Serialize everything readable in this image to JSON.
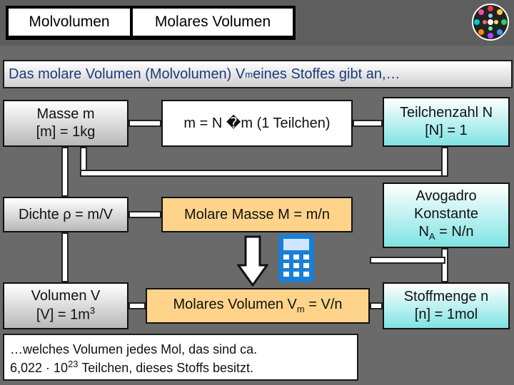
{
  "title": {
    "tab1": "Molvolumen",
    "tab2": "Molares Volumen"
  },
  "banner": {
    "text": "Das molare Volumen (Molvolumen) V",
    "sub": "m",
    "tail": " eines Stoffes gibt an,…"
  },
  "boxes": {
    "masse": {
      "line1": "Masse m",
      "line2": "[m] = 1kg"
    },
    "teilchen_masse": {
      "text": "m = N �m (1 Teilchen)"
    },
    "teilchenzahl": {
      "line1": "Teilchenzahl N",
      "line2": "[N] = 1"
    },
    "dichte": {
      "text": "Dichte ρ = m/V"
    },
    "molare_masse": {
      "text": "Molare Masse M = m/n"
    },
    "avogadro": {
      "line1": "Avogadro",
      "line2": "Konstante",
      "line3_pre": "N",
      "line3_sub": "A",
      "line3_post": " = N/n"
    },
    "volumen": {
      "line1": "Volumen V",
      "line2_pre": "[V] = 1m",
      "line2_sup": "3"
    },
    "molares_volumen": {
      "pre": "Molares Volumen V",
      "sub": "m",
      "post": " = V/n"
    },
    "stoffmenge": {
      "line1": "Stoffmenge n",
      "line2": "[n] = 1mol"
    }
  },
  "bottom": {
    "line1": "…welches Volumen jedes Mol, das sind ca.",
    "line2_pre": "6,022 · 10",
    "line2_sup": "23",
    "line2_post": " Teilchen, dieses Stoffs besitzt."
  },
  "icons": [
    "calculator-icon",
    "down-arrow-icon",
    "logo-icon"
  ],
  "colors": {
    "orange": "#ffd48a",
    "teal": "#7fe3e3",
    "banner_text": "#1e3a7a",
    "background": "#5e5e5e"
  }
}
